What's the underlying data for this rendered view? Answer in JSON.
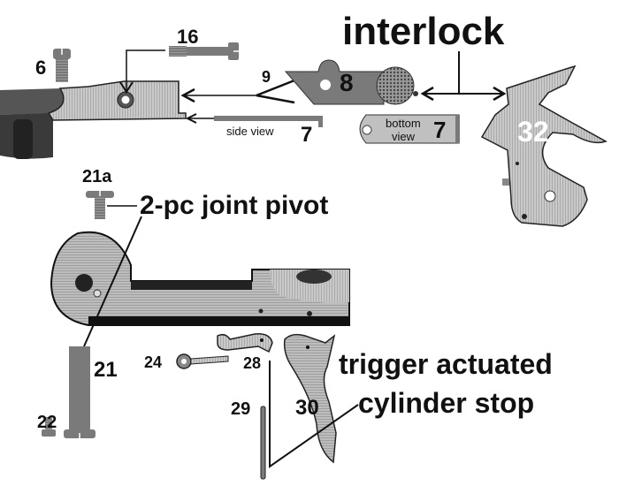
{
  "diagram": {
    "callouts": {
      "interlock": "interlock",
      "joint_pivot": "2-pc joint pivot",
      "trigger_line1": "trigger actuated",
      "trigger_line2": "cylinder stop"
    },
    "parts": {
      "p6": "6",
      "p16": "16",
      "p9": "9",
      "p8": "8",
      "p7_side": "7",
      "p7_side_caption": "side view",
      "p7_bottom": "7",
      "p7_bottom_caption_1": "bottom",
      "p7_bottom_caption_2": "view",
      "p32": "32",
      "p21a": "21a",
      "p21": "21",
      "p22": "22",
      "p24": "24",
      "p28": "28",
      "p29": "29",
      "p30": "30"
    },
    "colors": {
      "part_gray": "#7a7a7a",
      "light_gray": "#c8c8c8",
      "ink": "#111111"
    }
  }
}
